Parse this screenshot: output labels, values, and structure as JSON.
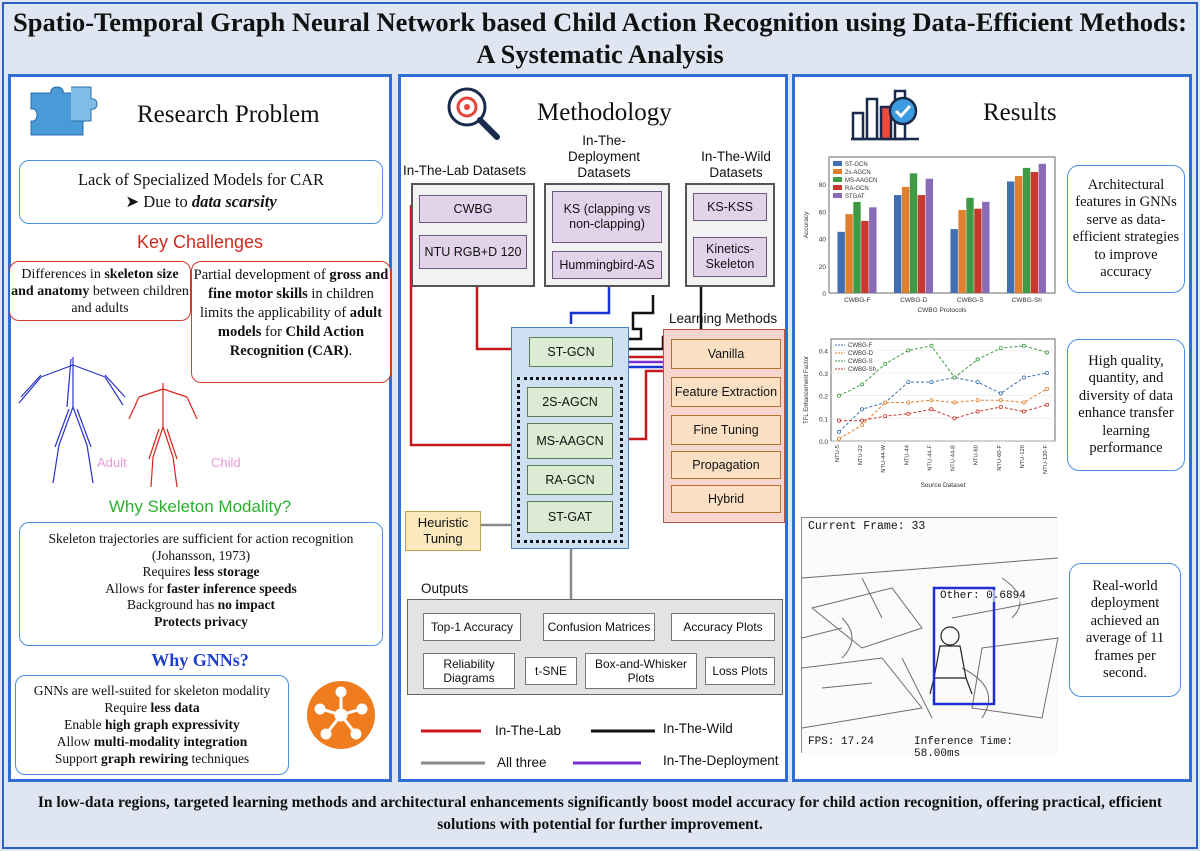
{
  "title": "Spatio-Temporal Graph Neural Network based Child Action Recognition using Data-Efficient Methods: A Systematic Analysis",
  "footer": "In low-data regions, targeted learning methods and architectural enhancements significantly boost model accuracy for child action recognition, offering practical, efficient solutions with potential for further improvement.",
  "research_problem": {
    "heading": "Research Problem",
    "lack_line1": "Lack of Specialized Models for CAR",
    "lack_line2_prefix": "➤ Due to ",
    "lack_line2_emph": "data scarsity",
    "key_challenges": "Key Challenges",
    "challenge1": [
      "Differences in ",
      "skeleton size and anatomy",
      " between children and adults"
    ],
    "challenge2": [
      "Partial development of ",
      "gross and fine motor skills",
      " in children limits the applicability of ",
      "adult models",
      " for ",
      "Child Action Recognition (CAR)",
      "."
    ],
    "adult_label": "Adult",
    "child_label": "Child",
    "why_skeleton": "Why Skeleton Modality?",
    "skeleton_lines": [
      "Skeleton trajectories are sufficient for action recognition",
      "(Johansson, 1973)"
    ],
    "skeleton_storage": [
      "Requires ",
      "less storage"
    ],
    "skeleton_speed": [
      "Allows for ",
      "faster inference speeds"
    ],
    "skeleton_bg": [
      "Background has ",
      "no impact"
    ],
    "skeleton_privacy": "Protects privacy",
    "why_gnns": "Why GNNs?",
    "gnn1": "GNNs are well-suited for skeleton modality",
    "gnn2": [
      "Require ",
      "less data"
    ],
    "gnn3": [
      "Enable ",
      "high graph expressivity"
    ],
    "gnn4": [
      "Allow ",
      "multi-modality integration"
    ],
    "gnn5": [
      "Support ",
      "graph rewiring",
      " techniques"
    ]
  },
  "methodology": {
    "heading": "Methodology",
    "lab_heading": "In-The-Lab Datasets",
    "deploy_heading": "In-The-Deployment Datasets",
    "wild_heading": "In-The-Wild Datasets",
    "lab_datasets": [
      "CWBG",
      "NTU RGB+D 120"
    ],
    "deploy_datasets": [
      "KS (clapping vs non-clapping)",
      "Hummingbird-AS"
    ],
    "wild_datasets": [
      "KS-KSS",
      "Kinetics-Skeleton"
    ],
    "learning_methods_heading": "Learning Methods",
    "learning_methods": [
      "Vanilla",
      "Feature Extraction",
      "Fine Tuning",
      "Propagation",
      "Hybrid"
    ],
    "models": [
      "ST-GCN",
      "2S-AGCN",
      "MS-AAGCN",
      "RA-GCN",
      "ST-GAT"
    ],
    "heuristic": "Heuristic Tuning",
    "outputs_heading": "Outputs",
    "outputs_row1": [
      "Top-1 Accuracy",
      "Confusion Matrices",
      "Accuracy Plots"
    ],
    "outputs_row2": [
      "Reliability Diagrams",
      "t-SNE",
      "Box-and-Whisker Plots",
      "Loss Plots"
    ],
    "legend": [
      {
        "label": "In-The-Lab",
        "color": "#c8161d"
      },
      {
        "label": "In-The-Wild",
        "color": "#111111"
      },
      {
        "label": "All three",
        "color": "#8a8a8a"
      },
      {
        "label": "In-The-Deployment",
        "color": "#7a2fd0"
      }
    ]
  },
  "results": {
    "heading": "Results",
    "text1": "Architectural features in GNNs serve as data-efficient strategies to improve accuracy",
    "text2": "High quality, quantity, and diversity of data enhance transfer learning performance",
    "text3": "Real-world deployment achieved an average of 11 frames per second.",
    "frame_label": "Current Frame: 33",
    "fps_label": "FPS: 17.24",
    "inference_label": "Inference Time: 58.00ms",
    "detect_label": "Other: 0.6894"
  },
  "chart_data": [
    {
      "type": "bar",
      "categories": [
        "CWBG-F",
        "CWBG-D",
        "CWBG-S",
        "CWBG-Sh"
      ],
      "series": [
        {
          "name": "ST-GCN",
          "values": [
            45,
            72,
            47,
            82
          ]
        },
        {
          "name": "2s-AGCN",
          "values": [
            58,
            78,
            61,
            86
          ]
        },
        {
          "name": "MS-AAGCN",
          "values": [
            67,
            88,
            70,
            92
          ]
        },
        {
          "name": "RA-GCN",
          "values": [
            53,
            72,
            62,
            89
          ]
        },
        {
          "name": "STGAT",
          "values": [
            63,
            84,
            67,
            95
          ]
        }
      ],
      "xlabel": "CWBG Protocols",
      "ylabel": "Accuracy",
      "yticks": [
        0,
        20,
        40,
        60,
        80
      ],
      "ylim": [
        0,
        100
      ],
      "colors": [
        "#3f6fb0",
        "#e07f2c",
        "#3f9a45",
        "#c8382f",
        "#8a6bb7"
      ],
      "legend": "top-left"
    },
    {
      "type": "line",
      "categories": [
        "NTU-5",
        "NTU-22",
        "NTU-44-W",
        "NTU-44",
        "NTU-44-F",
        "NTU-44-B",
        "NTU-60",
        "NTU-60-F",
        "NTU-120",
        "NTU-120-F"
      ],
      "series": [
        {
          "name": "CWBG-F",
          "values": [
            0.04,
            0.14,
            0.17,
            0.26,
            0.26,
            0.28,
            0.26,
            0.21,
            0.28,
            0.3
          ]
        },
        {
          "name": "CWBG-D",
          "values": [
            0.01,
            0.07,
            0.17,
            0.17,
            0.18,
            0.17,
            0.18,
            0.18,
            0.17,
            0.23
          ]
        },
        {
          "name": "CWBG-S",
          "values": [
            0.2,
            0.25,
            0.34,
            0.4,
            0.42,
            0.28,
            0.36,
            0.41,
            0.42,
            0.39
          ]
        },
        {
          "name": "CWBG-Sh",
          "values": [
            0.09,
            0.09,
            0.11,
            0.12,
            0.14,
            0.1,
            0.13,
            0.15,
            0.13,
            0.16
          ]
        }
      ],
      "xlabel": "Source Dataset",
      "ylabel": "TFL Enhancement Factor",
      "yticks": [
        0.0,
        0.1,
        0.2,
        0.3,
        0.4
      ],
      "ylim": [
        0,
        0.45
      ],
      "colors": [
        "#3f6fb0",
        "#e07f2c",
        "#3f9a45",
        "#c8382f"
      ],
      "legend": "top-left"
    }
  ]
}
